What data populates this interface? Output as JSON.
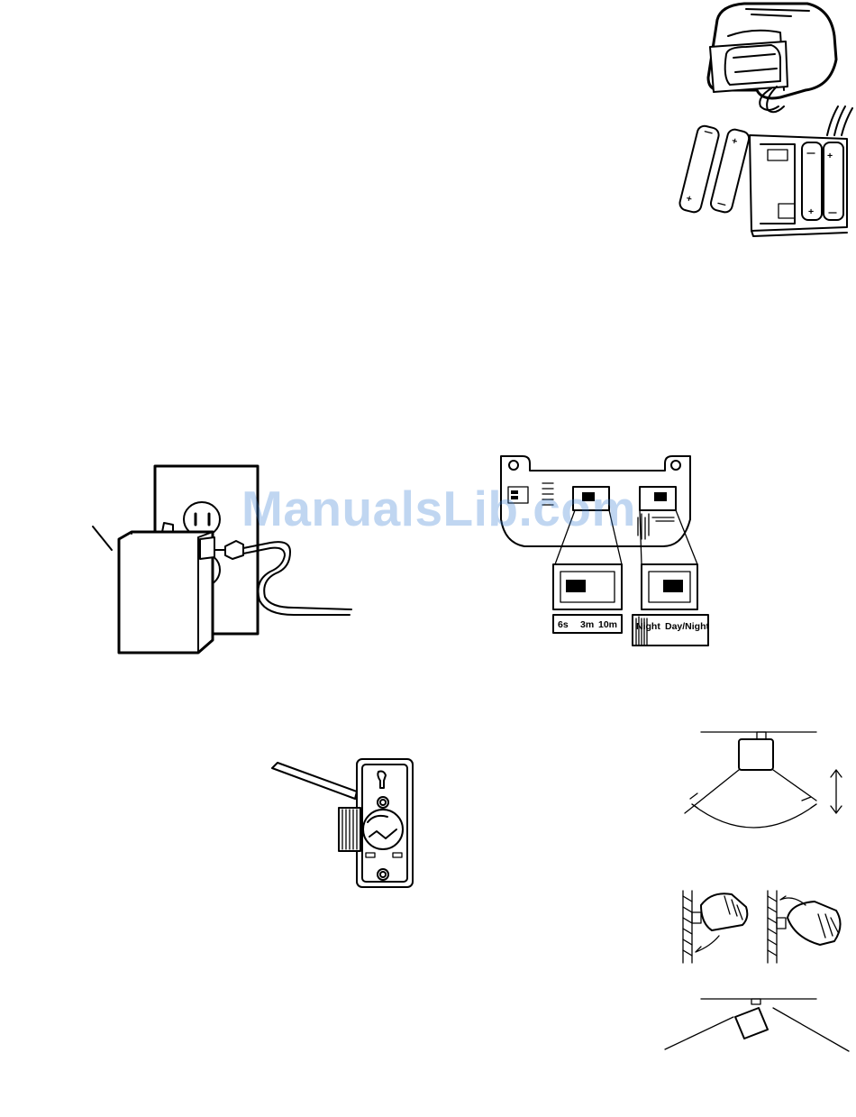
{
  "watermark": {
    "text": "ManualsLib.com",
    "color": "#3f83d4"
  },
  "switch_labels": {
    "time": {
      "s6": "6s",
      "m3": "3m",
      "m10": "10m"
    },
    "mode": {
      "night": "Night",
      "daynight": "Day/Night"
    }
  },
  "figures": {
    "battery_pack": "battery-pack-icon",
    "ac_adapter": "wall-outlet-adapter-icon",
    "control_panel": "switch-panel-icon",
    "wall_mount": "mounting-plate-icon",
    "detection_cone": "detection-range-icon",
    "wall_angles": "wall-mount-angle-icon",
    "ceiling_tilt": "ceiling-tilt-icon"
  }
}
